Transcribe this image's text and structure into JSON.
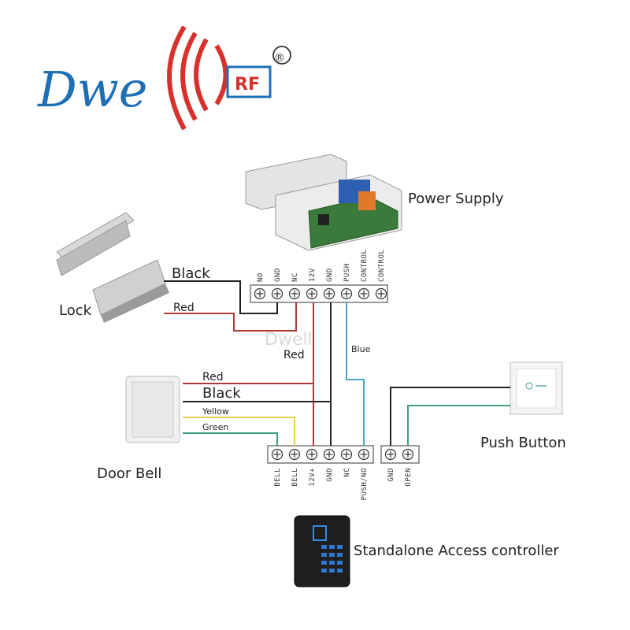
{
  "brand": {
    "name": "Dwe",
    "badge": "RF",
    "registered": "®",
    "watermark": "Dwell"
  },
  "colors": {
    "brand_blue": "#1f6fb5",
    "brand_red": "#d8302a",
    "wire_black": "#222222",
    "wire_red": "#b03a3a",
    "wire_blue": "#4aa3c8",
    "wire_yellow": "#e3d24a",
    "wire_green": "#3fa07a"
  },
  "devices": {
    "power_supply": "Power Supply",
    "lock": "Lock",
    "door_bell": "Door Bell",
    "push_button": "Push Button",
    "controller": "Standalone Access controller"
  },
  "top_terminals": [
    "NO",
    "GND",
    "NC",
    "12V",
    "GND",
    "PUSH",
    "CONTROL",
    "CONTROL"
  ],
  "bottom_terminals": [
    "BELL",
    "BELL",
    "12V+",
    "GND",
    "NC",
    "PUSH/NO"
  ],
  "button_terminals": [
    "GND",
    "OPEN"
  ],
  "wires": {
    "lock_black": "Black",
    "lock_red": "Red",
    "mid_red": "Red",
    "blue": "Blue",
    "bell_red": "Red",
    "bell_black": "Black",
    "bell_yellow": "Yellow",
    "bell_green": "Green"
  }
}
